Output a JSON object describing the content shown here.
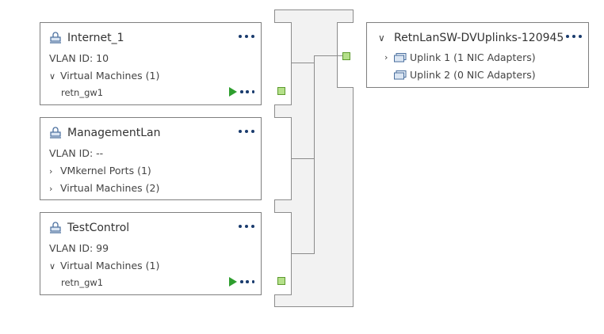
{
  "port_groups": [
    {
      "name": "Internet_1",
      "vlan": "VLAN ID: 10",
      "rows": [
        {
          "chev": "∨",
          "label": "Virtual Machines (1)"
        }
      ],
      "vm": "retn_gw1"
    },
    {
      "name": "ManagementLan",
      "vlan": "VLAN ID: --",
      "rows": [
        {
          "chev": "›",
          "label": "VMkernel Ports (1)"
        },
        {
          "chev": "›",
          "label": "Virtual Machines (2)"
        }
      ]
    },
    {
      "name": "TestControl",
      "vlan": "VLAN ID: 99",
      "rows": [
        {
          "chev": "∨",
          "label": "Virtual Machines (1)"
        }
      ],
      "vm": "retn_gw1"
    }
  ],
  "uplinks": {
    "title": "RetnLanSW-DVUplinks-120945",
    "items": [
      {
        "label": "Uplink 1 (1 NIC Adapters)",
        "expandable": true
      },
      {
        "label": "Uplink 2 (0 NIC Adapters)",
        "expandable": false
      }
    ]
  },
  "colors": {
    "port_fill": "#b5e08a",
    "play": "#2e9e2e",
    "more_dots": "#1a3c6e"
  }
}
